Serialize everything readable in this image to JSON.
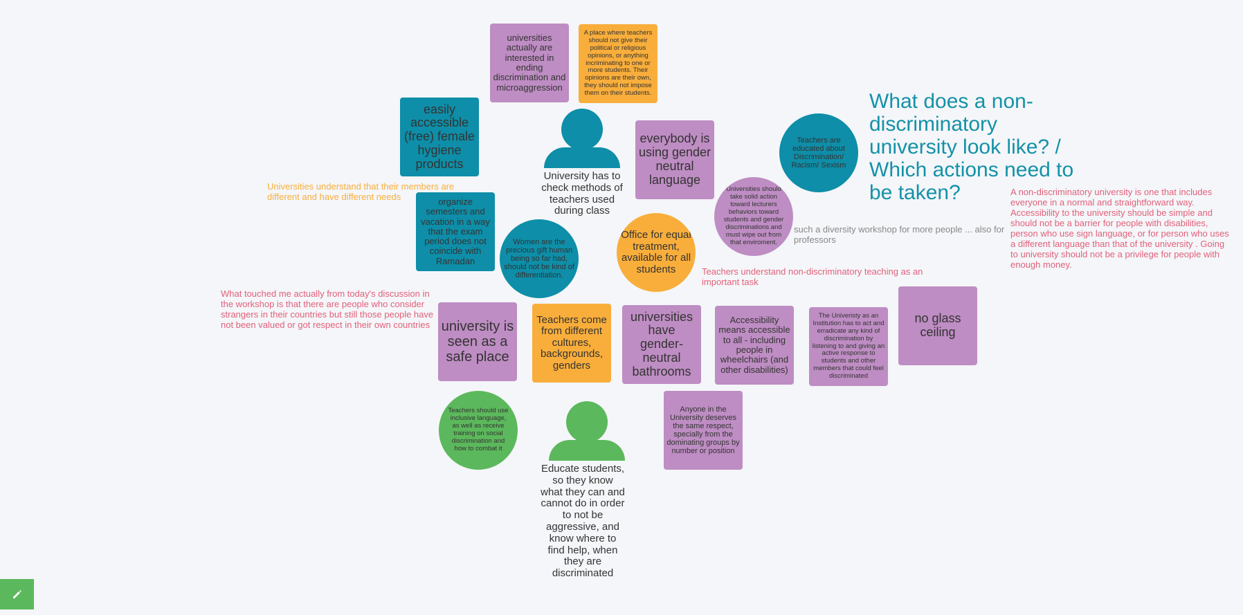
{
  "heading": "What does a non-discriminatory university look like? / Which actions need to be taken?",
  "notes": {
    "universities_interested": "universities actually are interested in ending discrimination and microaggression",
    "place_teachers": "A place where teachers should not give their political or religious opinions, or anything incriminating to one or more students. Their opinions are their own, they should not impose them on their students.",
    "hygiene": "easily accessible (free) female hygiene products",
    "gender_language": "everybody is using gender neutral language",
    "teachers_educated": "Teachers are educated about Discrimination/ Racism/ Sexism",
    "organize_semesters": "organize semesters and vacation in a way that the exam period does not coincide with Ramadan",
    "women_gift": "Women are the precious gift human being so far had, should not be kind of differentiation.",
    "office_equal": "Office for equal treatment, available for all students",
    "solid_action": "Universities should take solid action toward lecturers behaviors toward students and gender discriminations and must wipe out from that enviroment.",
    "safe_place": "university is seen as a safe place",
    "teachers_cultures": "Teachers come from different cultures, backgrounds, genders",
    "bathrooms": "universities have gender-neutral bathrooms",
    "accessibility": "Accessibility means accessible to all - including people in wheelchairs (and other disabilities)",
    "institution_act": "The Univeristy as an Institution has to act and erradicate any kind of discrimination by listening to and giving an active response to students and other members that could feel discriminated",
    "glass_ceiling": "no glass ceiling",
    "inclusive_language": "Teachers should use inclusive language, as well as receive training on social discrimination and how to combat it",
    "respect": "Anyone in the University deserves the same respect, specially from the dominating groups by number or position"
  },
  "persons": {
    "check_methods": "University has to check methods of teachers used during class",
    "educate_students": "Educate students, so they know what they can and cannot do in order to not be aggressive, and know where to find help, when they are discriminated"
  },
  "free_texts": {
    "members_different": "Universities understand that their members are different and have different needs",
    "touched_me": "What touched me actually from today's discussion in the workshop is that there are people who consider strangers in their countries but still those people have not been valued or got respect in their own countries",
    "diversity_workshop": "such a diversity workshop for more people ... also for professors",
    "teachers_understand": "Teachers understand non-discriminatory teaching as an important task",
    "definition": "A non-discriminatory university is one that includes everyone in a normal and straightforward way. Accessibility to the university should be simple and should not be a barrier for people with disabilities, person who use sign language, or for person who uses a different language than that of the university . Going to university should not be a privilege for people with enough money."
  },
  "toolbar": {
    "edit_icon": "pencil-icon"
  },
  "colors": {
    "purple": "#be8dc3",
    "orange": "#f9ae3b",
    "teal": "#0e8ea8",
    "green": "#5cb85c",
    "heading": "#1491a8",
    "pink_text": "#e2607a"
  }
}
